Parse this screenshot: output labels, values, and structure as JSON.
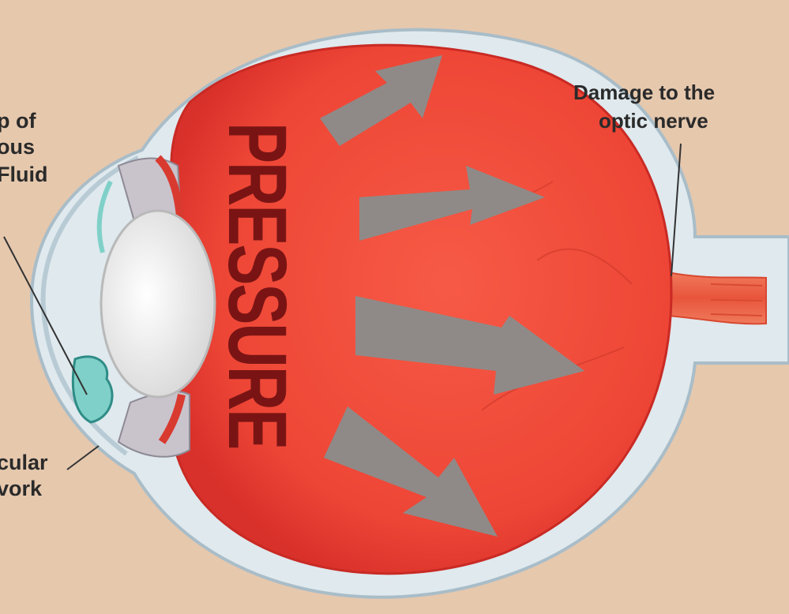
{
  "labels": {
    "buildup_line1": "p of",
    "buildup_line2": "ous",
    "buildup_line3": "Fluid",
    "trabecular_line1": "cular",
    "trabecular_line2": "vork",
    "damage_line1": "Damage to the",
    "damage_line2": "optic nerve"
  },
  "pressure_text": "PRESSURE",
  "colors": {
    "background": "#e6c8ad",
    "sclera": "#dfe9ee",
    "vitreous": "#ef4b3a",
    "vitreous_edge": "#c92a24",
    "arrow": "#8f8a88",
    "pressure_text": "#7a1414",
    "lens": "#f2f2f2",
    "drainage": "#7fd0c8",
    "optic_nerve": "#ee6a4c"
  },
  "icons": [
    "pressure-arrow",
    "eye-lens",
    "optic-nerve"
  ]
}
